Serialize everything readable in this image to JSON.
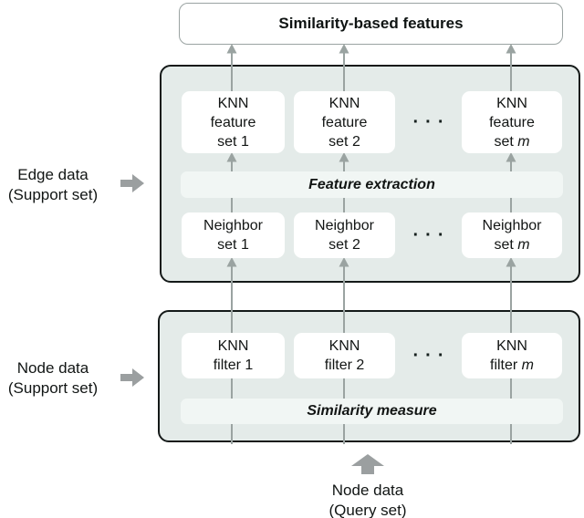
{
  "title_box": {
    "label": "Similarity-based features"
  },
  "edge_panel": {
    "side_label": {
      "line1": "Edge data",
      "line2": "(Support set)"
    },
    "feature_row": {
      "box1": {
        "line1": "KNN",
        "line2": "feature",
        "line3": "set 1"
      },
      "box2": {
        "line1": "KNN",
        "line2": "feature",
        "line3": "set 2"
      },
      "dots": "···",
      "boxm": {
        "line1": "KNN",
        "line2": "feature",
        "line3_prefix": "set ",
        "line3_var": "m"
      }
    },
    "extraction_bar": {
      "label": "Feature extraction"
    },
    "neighbor_row": {
      "box1": {
        "line1": "Neighbor",
        "line2": "set 1"
      },
      "box2": {
        "line1": "Neighbor",
        "line2": "set 2"
      },
      "dots": "···",
      "boxm": {
        "line1": "Neighbor",
        "line2_prefix": "set ",
        "line2_var": "m"
      }
    }
  },
  "node_panel": {
    "side_label": {
      "line1": "Node data",
      "line2": "(Support set)"
    },
    "filter_row": {
      "box1": {
        "line1": "KNN",
        "line2": "filter 1"
      },
      "box2": {
        "line1": "KNN",
        "line2": "filter 2"
      },
      "dots": "···",
      "boxm": {
        "line1": "KNN",
        "line2_prefix": "filter ",
        "line2_var": "m"
      }
    },
    "measure_bar": {
      "label": "Similarity measure"
    }
  },
  "query_label": {
    "line1": "Node data",
    "line2": "(Query set)"
  },
  "colors": {
    "panel_fill": "#e4ebe9",
    "panel_border": "#141918",
    "bar_fill": "#f1f6f4",
    "dashed_border": "#9baba8",
    "thin_arrow": "#9aa3a1",
    "block_arrow": "#9b9fa0",
    "title_border": "#9aa3a2",
    "text": "#111514"
  }
}
